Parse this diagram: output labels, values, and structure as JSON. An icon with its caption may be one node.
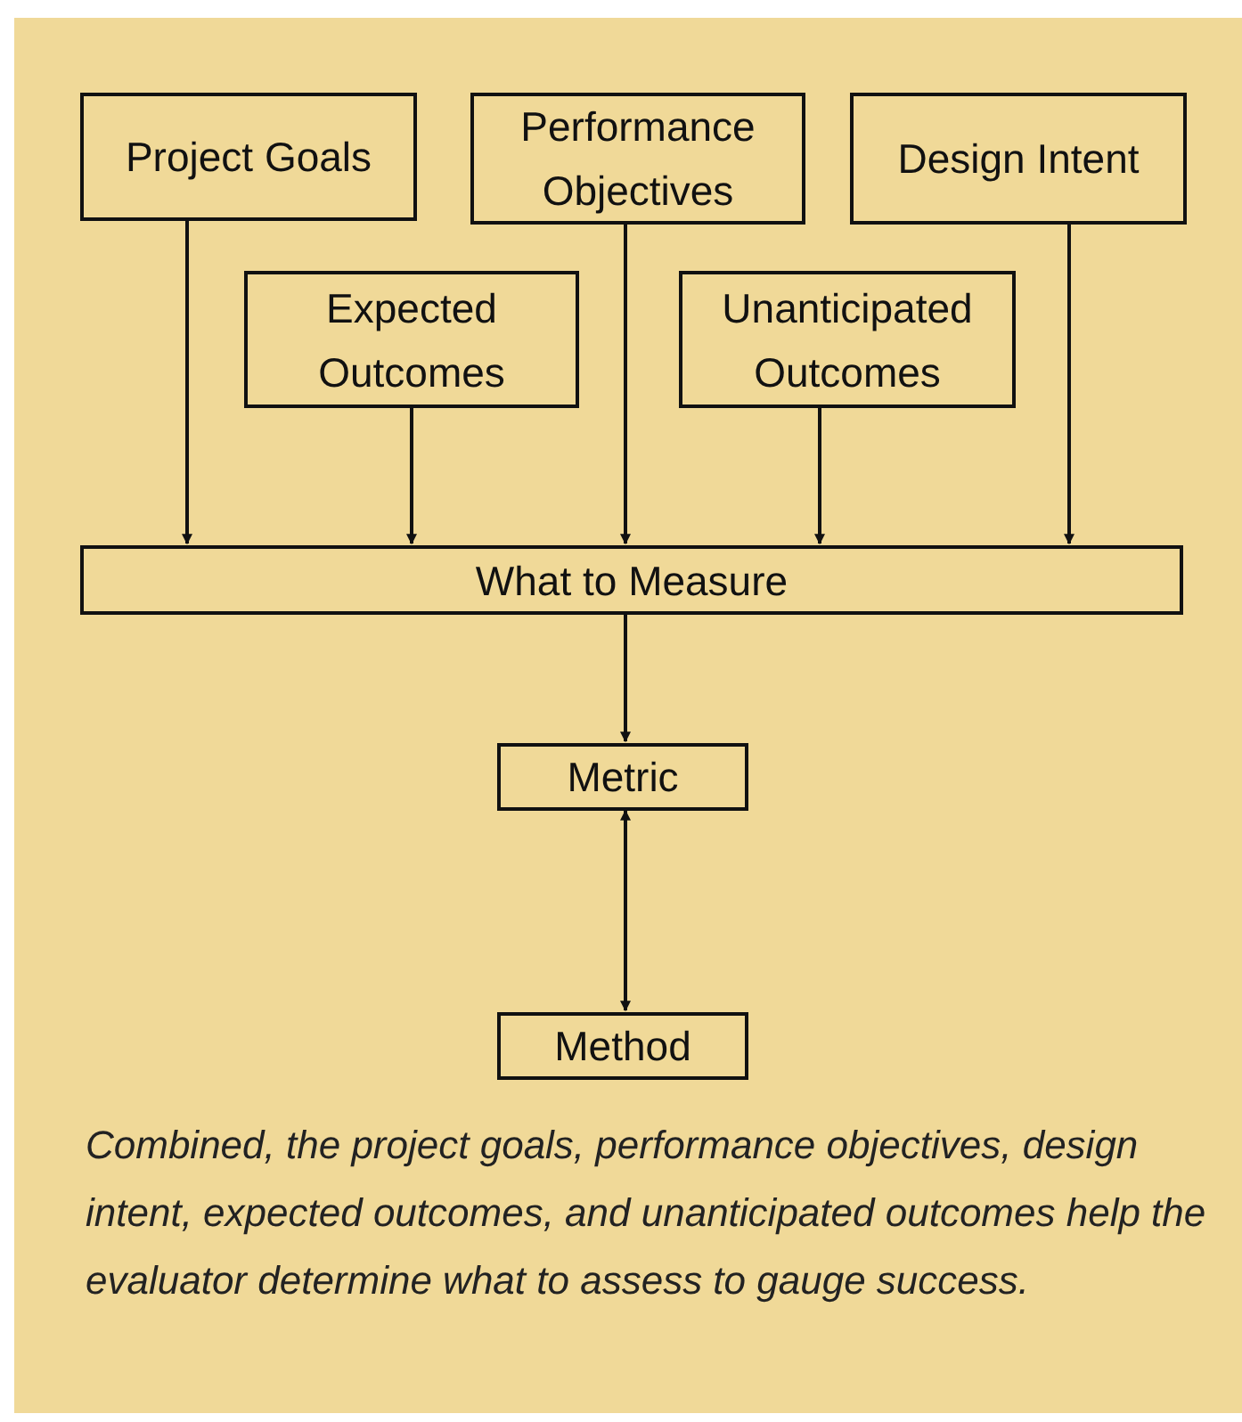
{
  "diagram": {
    "caption": "Combined, the project goals, performance objectives, design intent, expected outcomes, and unanticipated outcomes help the evaluator determine what to assess to gauge success.",
    "nodes": [
      {
        "text": [
          "Project Goals"
        ]
      },
      {
        "text": [
          "Performance Objectives"
        ]
      },
      {
        "text": [
          "Design Intent"
        ]
      },
      {
        "text": [
          "Expected Outcomes"
        ]
      },
      {
        "text": [
          "Unanticipated Outcomes"
        ]
      },
      {
        "text": [
          "What to Measure"
        ]
      },
      {
        "text": [
          "Metric"
        ]
      },
      {
        "text": [
          "Method"
        ]
      }
    ],
    "edges": [
      {
        "from": 0,
        "to": 5,
        "arrow": "to"
      },
      {
        "from": 3,
        "to": 5,
        "arrow": "to"
      },
      {
        "from": 1,
        "to": 5,
        "arrow": "to"
      },
      {
        "from": 4,
        "to": 5,
        "arrow": "to"
      },
      {
        "from": 2,
        "to": 5,
        "arrow": "to"
      },
      {
        "from": 5,
        "to": 6,
        "arrow": "to"
      },
      {
        "from": 6,
        "to": 7,
        "arrow": "both"
      }
    ]
  }
}
